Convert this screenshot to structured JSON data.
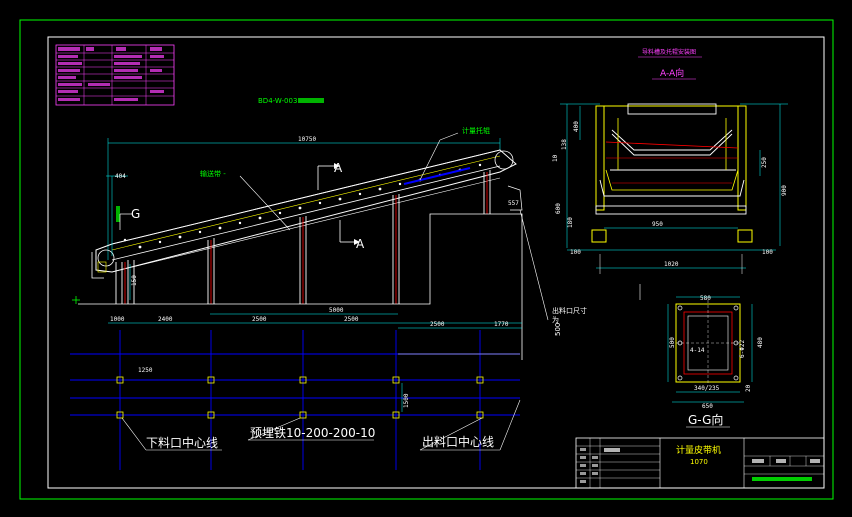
{
  "drawing": {
    "code": "BD4-W-003",
    "main_dims": {
      "total_length": "10750",
      "h1": "404",
      "s1": "1000",
      "s2": "2400",
      "s3": "2500",
      "s4": "5000",
      "s5": "2500",
      "s6": "2500",
      "s7": "1770",
      "s8": "557",
      "h2": "150",
      "plan1": "1250",
      "plan2": "1500"
    },
    "labels": {
      "section_a": "A",
      "section_a2": "A",
      "view_g": "G",
      "weigh_roller": "计量托辊",
      "conveyor_belt": "输送带 -",
      "outlet_size": "出料口尺寸",
      "outlet_size2": "为",
      "outlet_size3": "500",
      "feed_centerline": "下料口中心线",
      "embed_iron": "预埋铁10-200-200-10",
      "discharge_centerline": "出料口中心线"
    },
    "section_aa": {
      "title": "A-A向",
      "heading": "导料槽及托辊安装图",
      "d_400": "400",
      "d_10": "10",
      "d_138": "138",
      "d_250": "250",
      "d_900": "900",
      "d_600": "600",
      "d_180": "180",
      "d_950": "950",
      "d_100a": "100",
      "d_100b": "100",
      "d_1020": "1020"
    },
    "view_gg": {
      "title": "G-G向",
      "d_top": "580",
      "d_left": "500",
      "d_right": "480",
      "d_right2": "6-Φ22",
      "d_inner": "4-14",
      "d_bot": "340/235",
      "d_bot2": "650",
      "d_small": "20"
    },
    "title_block": {
      "name": "计量皮带机",
      "model": "1070"
    }
  },
  "colors": {
    "frame": "#00ff00",
    "outline": "#ffffff",
    "dim": "#00ffff",
    "steel": "#ffff00",
    "hidden": "#ff0000",
    "magenta": "#ff40ff",
    "grid": "#0000ff"
  }
}
